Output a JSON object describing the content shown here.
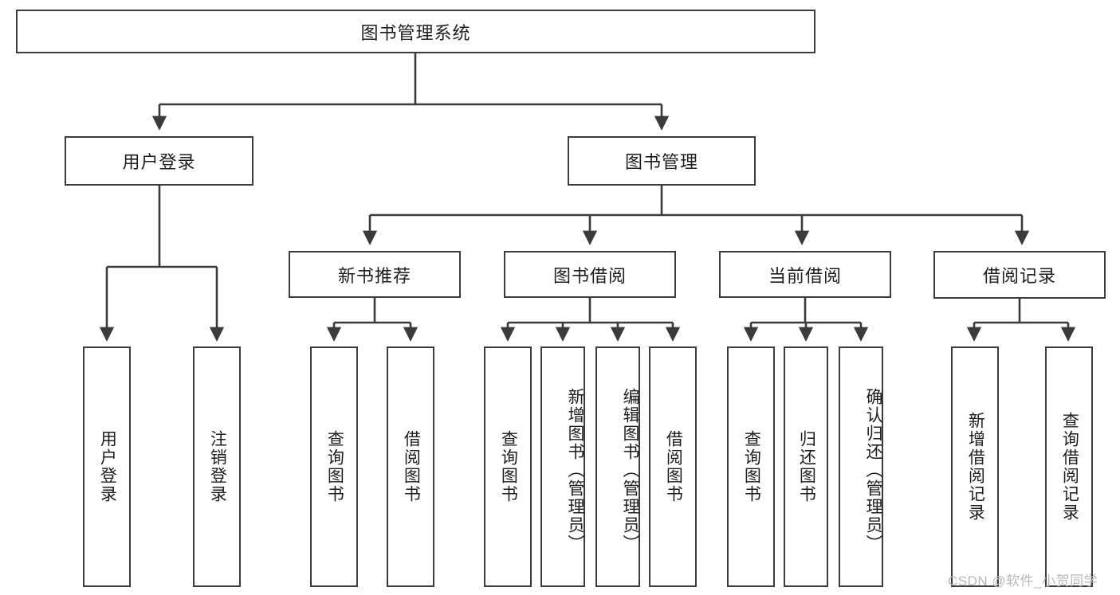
{
  "diagram": {
    "title": "图书管理系统",
    "type": "hierarchy-tree",
    "orientation": "top-down",
    "style": {
      "background": "#ffffff",
      "box_border": "#3b3b3b",
      "box_fill": "#ffffff",
      "line": "#3b3b3b",
      "text": "#1d1d1d",
      "watermark": "#b9b9b9"
    },
    "levels": [
      {
        "index": 0,
        "label": "root"
      },
      {
        "index": 1,
        "label": "module"
      },
      {
        "index": 2,
        "label": "submodule"
      },
      {
        "index": 3,
        "label": "function"
      }
    ]
  },
  "nodes": {
    "root": {
      "label": "图书管理系统"
    },
    "level1": [
      {
        "id": "user-login",
        "label": "用户登录"
      },
      {
        "id": "book-manage",
        "label": "图书管理"
      }
    ],
    "level2": [
      {
        "id": "new-book-recommend",
        "label": "新书推荐",
        "parent": "book-manage"
      },
      {
        "id": "book-borrow",
        "label": "图书借阅",
        "parent": "book-manage"
      },
      {
        "id": "current-borrow",
        "label": "当前借阅",
        "parent": "book-manage"
      },
      {
        "id": "borrow-record",
        "label": "借阅记录",
        "parent": "book-manage"
      }
    ],
    "leaves": [
      {
        "id": "leaf-user-login",
        "label": "用户登录",
        "parent": "user-login"
      },
      {
        "id": "leaf-user-logout",
        "label": "注销登录",
        "parent": "user-login"
      },
      {
        "id": "leaf-query-book-1",
        "label": "查询图书",
        "parent": "new-book-recommend"
      },
      {
        "id": "leaf-borrow-book-1",
        "label": "借阅图书",
        "parent": "new-book-recommend"
      },
      {
        "id": "leaf-query-book-2",
        "label": "查询图书",
        "parent": "book-borrow"
      },
      {
        "id": "leaf-add-book",
        "label": "新增图书（管理员）",
        "parent": "book-borrow"
      },
      {
        "id": "leaf-edit-book",
        "label": "编辑图书（管理员）",
        "parent": "book-borrow"
      },
      {
        "id": "leaf-borrow-book-2",
        "label": "借阅图书",
        "parent": "book-borrow"
      },
      {
        "id": "leaf-query-book-3",
        "label": "查询图书",
        "parent": "current-borrow"
      },
      {
        "id": "leaf-return-book",
        "label": "归还图书",
        "parent": "current-borrow"
      },
      {
        "id": "leaf-confirm-return",
        "label": "确认归还（管理员）",
        "parent": "current-borrow"
      },
      {
        "id": "leaf-add-record",
        "label": "新增借阅记录",
        "parent": "borrow-record"
      },
      {
        "id": "leaf-query-record",
        "label": "查询借阅记录",
        "parent": "borrow-record"
      }
    ]
  },
  "watermark": {
    "text": "CSDN @软件_小贺同学"
  }
}
